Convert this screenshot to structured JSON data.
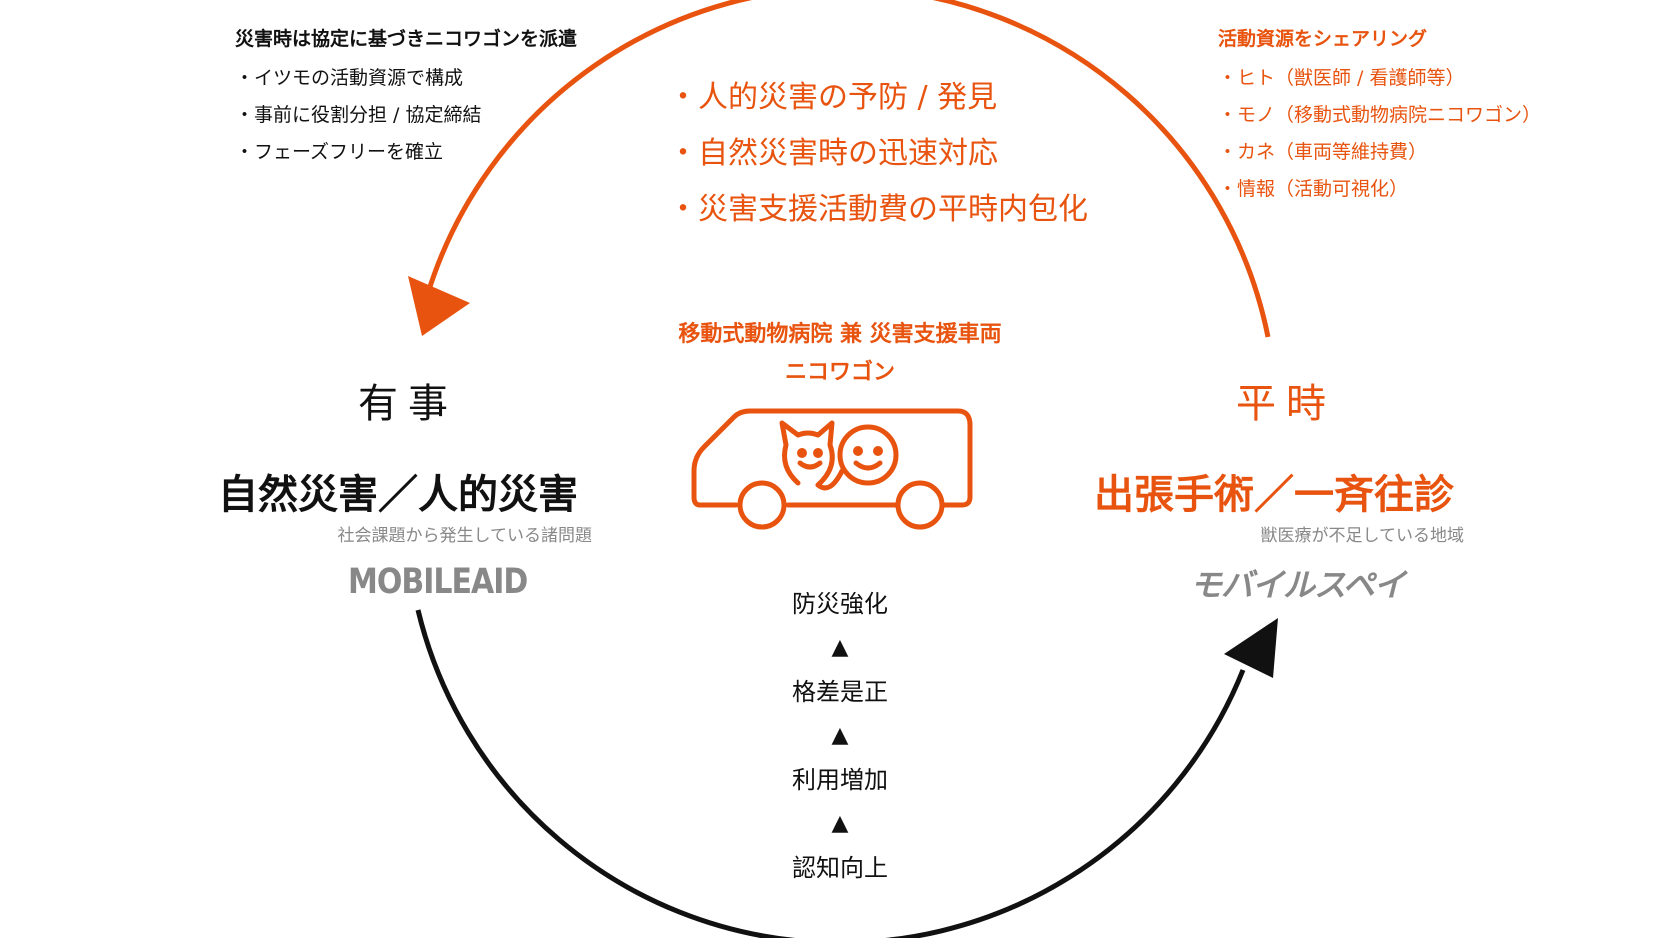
{
  "colors": {
    "accent": "#e8540f",
    "dark": "#111111",
    "muted": "#888888"
  },
  "top_left": {
    "title": "災害時は協定に基づきニコワゴンを派遣",
    "items": [
      "・イツモの活動資源で構成",
      "・事前に役割分担 / 協定締結",
      "・フェーズフリーを確立"
    ]
  },
  "top_right": {
    "title": "活動資源をシェアリング",
    "items": [
      "・ヒト（獣医師 / 看護師等）",
      "・モノ（移動式動物病院ニコワゴン）",
      "・カネ（車両等維持費）",
      "・情報（活動可視化）"
    ]
  },
  "benefits": [
    "・人的災害の予防 / 発見",
    "・自然災害時の迅速対応",
    "・災害支援活動費の平時内包化"
  ],
  "vehicle": {
    "title": "移動式動物病院 兼 災害支援車両",
    "name": "ニコワゴン",
    "icon": "van-with-cat-and-smile-faces-icon"
  },
  "left": {
    "label": "有事",
    "heading": "自然災害／人的災害",
    "sub": "社会課題から発生している諸問題",
    "logo": "MOBILEAID"
  },
  "right": {
    "label": "平時",
    "heading": "出張手術／一斉往診",
    "sub": "獣医療が不足している地域",
    "logo": "モバイルスペイ"
  },
  "steps": [
    "防災強化",
    "格差是正",
    "利用増加",
    "認知向上"
  ],
  "step_arrow": "▲"
}
